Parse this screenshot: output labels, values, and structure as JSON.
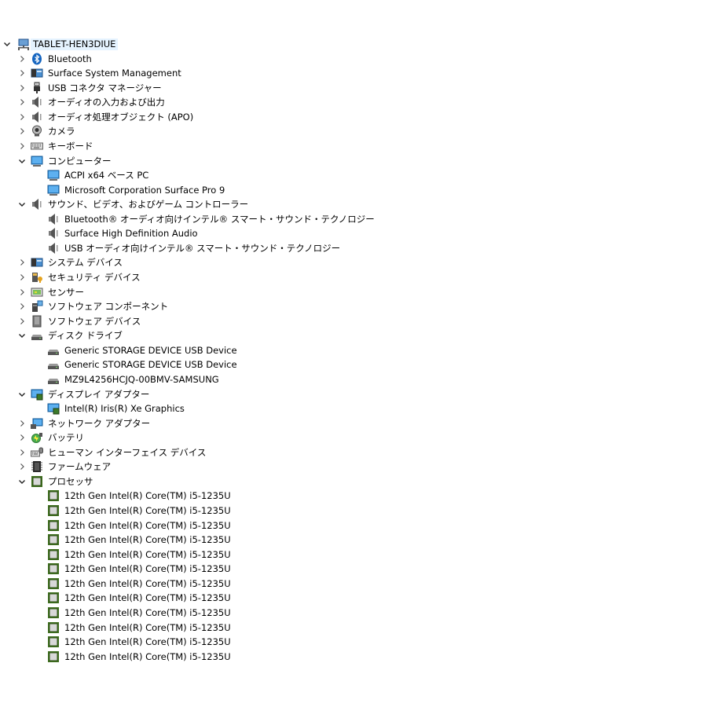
{
  "tree": {
    "root": {
      "label": "TABLET-HEN3DIUE",
      "icon": "computer-network-icon",
      "expanded": true
    },
    "items": [
      {
        "level": 1,
        "label": "Bluetooth",
        "icon": "bluetooth-icon",
        "state": "collapsed"
      },
      {
        "level": 1,
        "label": "Surface System Management",
        "icon": "system-device-icon",
        "state": "collapsed"
      },
      {
        "level": 1,
        "label": "USB コネクタ マネージャー",
        "icon": "usb-connector-icon",
        "state": "collapsed"
      },
      {
        "level": 1,
        "label": "オーディオの入力および出力",
        "icon": "speaker-icon",
        "state": "collapsed"
      },
      {
        "level": 1,
        "label": "オーディオ処理オブジェクト (APO)",
        "icon": "speaker-icon",
        "state": "collapsed"
      },
      {
        "level": 1,
        "label": "カメラ",
        "icon": "webcam-icon",
        "state": "collapsed"
      },
      {
        "level": 1,
        "label": "キーボード",
        "icon": "keyboard-icon",
        "state": "collapsed"
      },
      {
        "level": 1,
        "label": "コンピューター",
        "icon": "monitor-icon",
        "state": "expanded"
      },
      {
        "level": 2,
        "label": "ACPI x64 ベース PC",
        "icon": "monitor-icon"
      },
      {
        "level": 2,
        "label": "Microsoft Corporation Surface Pro 9",
        "icon": "monitor-icon"
      },
      {
        "level": 1,
        "label": "サウンド、ビデオ、およびゲーム コントローラー",
        "icon": "speaker-icon",
        "state": "expanded"
      },
      {
        "level": 2,
        "label": "Bluetooth® オーディオ向けインテル® スマート・サウンド・テクノロジー",
        "icon": "speaker-icon"
      },
      {
        "level": 2,
        "label": "Surface High Definition Audio",
        "icon": "speaker-icon"
      },
      {
        "level": 2,
        "label": "USB オーディオ向けインテル® スマート・サウンド・テクノロジー",
        "icon": "speaker-icon"
      },
      {
        "level": 1,
        "label": "システム デバイス",
        "icon": "system-device-icon",
        "state": "collapsed"
      },
      {
        "level": 1,
        "label": "セキュリティ デバイス",
        "icon": "security-key-icon",
        "state": "collapsed"
      },
      {
        "level": 1,
        "label": "センサー",
        "icon": "sensor-icon",
        "state": "collapsed"
      },
      {
        "level": 1,
        "label": "ソフトウェア コンポーネント",
        "icon": "software-component-icon",
        "state": "collapsed"
      },
      {
        "level": 1,
        "label": "ソフトウェア デバイス",
        "icon": "software-device-icon",
        "state": "collapsed"
      },
      {
        "level": 1,
        "label": "ディスク ドライブ",
        "icon": "disk-drive-icon",
        "state": "expanded"
      },
      {
        "level": 2,
        "label": "Generic STORAGE DEVICE USB Device",
        "icon": "disk-drive-icon"
      },
      {
        "level": 2,
        "label": "Generic STORAGE DEVICE USB Device",
        "icon": "disk-drive-icon"
      },
      {
        "level": 2,
        "label": "MZ9L4256HCJQ-00BMV-SAMSUNG",
        "icon": "disk-drive-icon"
      },
      {
        "level": 1,
        "label": "ディスプレイ アダプター",
        "icon": "display-adapter-icon",
        "state": "expanded"
      },
      {
        "level": 2,
        "label": "Intel(R) Iris(R) Xe Graphics",
        "icon": "display-adapter-icon"
      },
      {
        "level": 1,
        "label": "ネットワーク アダプター",
        "icon": "network-adapter-icon",
        "state": "collapsed"
      },
      {
        "level": 1,
        "label": "バッテリ",
        "icon": "battery-icon",
        "state": "collapsed"
      },
      {
        "level": 1,
        "label": "ヒューマン インターフェイス デバイス",
        "icon": "hid-icon",
        "state": "collapsed"
      },
      {
        "level": 1,
        "label": "ファームウェア",
        "icon": "firmware-icon",
        "state": "collapsed"
      },
      {
        "level": 1,
        "label": "プロセッサ",
        "icon": "processor-icon",
        "state": "expanded"
      },
      {
        "level": 2,
        "label": "12th Gen Intel(R) Core(TM) i5-1235U",
        "icon": "processor-icon"
      },
      {
        "level": 2,
        "label": "12th Gen Intel(R) Core(TM) i5-1235U",
        "icon": "processor-icon"
      },
      {
        "level": 2,
        "label": "12th Gen Intel(R) Core(TM) i5-1235U",
        "icon": "processor-icon"
      },
      {
        "level": 2,
        "label": "12th Gen Intel(R) Core(TM) i5-1235U",
        "icon": "processor-icon"
      },
      {
        "level": 2,
        "label": "12th Gen Intel(R) Core(TM) i5-1235U",
        "icon": "processor-icon"
      },
      {
        "level": 2,
        "label": "12th Gen Intel(R) Core(TM) i5-1235U",
        "icon": "processor-icon"
      },
      {
        "level": 2,
        "label": "12th Gen Intel(R) Core(TM) i5-1235U",
        "icon": "processor-icon"
      },
      {
        "level": 2,
        "label": "12th Gen Intel(R) Core(TM) i5-1235U",
        "icon": "processor-icon"
      },
      {
        "level": 2,
        "label": "12th Gen Intel(R) Core(TM) i5-1235U",
        "icon": "processor-icon"
      },
      {
        "level": 2,
        "label": "12th Gen Intel(R) Core(TM) i5-1235U",
        "icon": "processor-icon"
      },
      {
        "level": 2,
        "label": "12th Gen Intel(R) Core(TM) i5-1235U",
        "icon": "processor-icon"
      },
      {
        "level": 2,
        "label": "12th Gen Intel(R) Core(TM) i5-1235U",
        "icon": "processor-icon"
      }
    ]
  },
  "colors": {
    "selection": "#e5f3ff",
    "chevron": "#555555",
    "monitor": "#2f8fd8",
    "processor": "#3f6f1f",
    "bluetooth": "#1565c0"
  }
}
